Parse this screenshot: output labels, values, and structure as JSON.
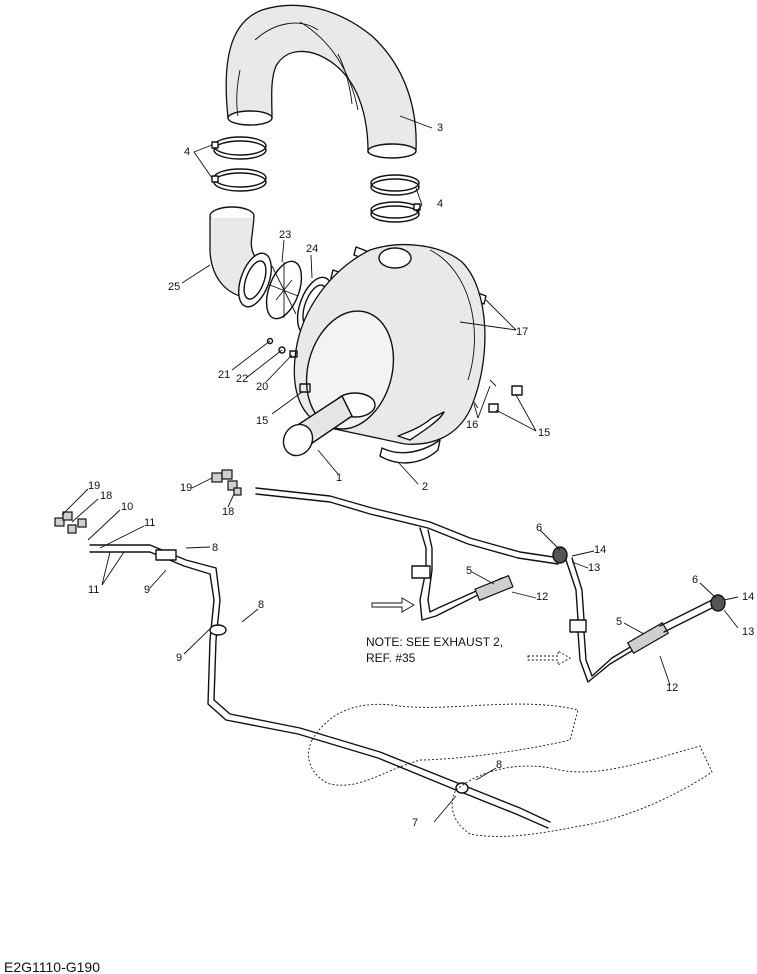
{
  "diagram": {
    "drawing_id": "E2G1110-G190",
    "note": {
      "line1": "NOTE: SEE EXHAUST 2,",
      "line2": "REF. #35"
    },
    "callouts": {
      "c1": "1",
      "c2": "2",
      "c3": "3",
      "c4a": "4",
      "c4b": "4",
      "c5a": "5",
      "c5b": "5",
      "c6a": "6",
      "c6b": "6",
      "c7": "7",
      "c8a": "8",
      "c8b": "8",
      "c8c": "8",
      "c9a": "9",
      "c9b": "9",
      "c10": "10",
      "c11a": "11",
      "c11b": "11",
      "c12a": "12",
      "c12b": "12",
      "c13a": "13",
      "c13b": "13",
      "c14a": "14",
      "c14b": "14",
      "c15a": "15",
      "c15b": "15",
      "c16": "16",
      "c17": "17",
      "c18a": "18",
      "c18b": "18",
      "c19a": "19",
      "c19b": "19",
      "c20": "20",
      "c21": "21",
      "c22": "22",
      "c23": "23",
      "c24": "24",
      "c25": "25"
    }
  }
}
